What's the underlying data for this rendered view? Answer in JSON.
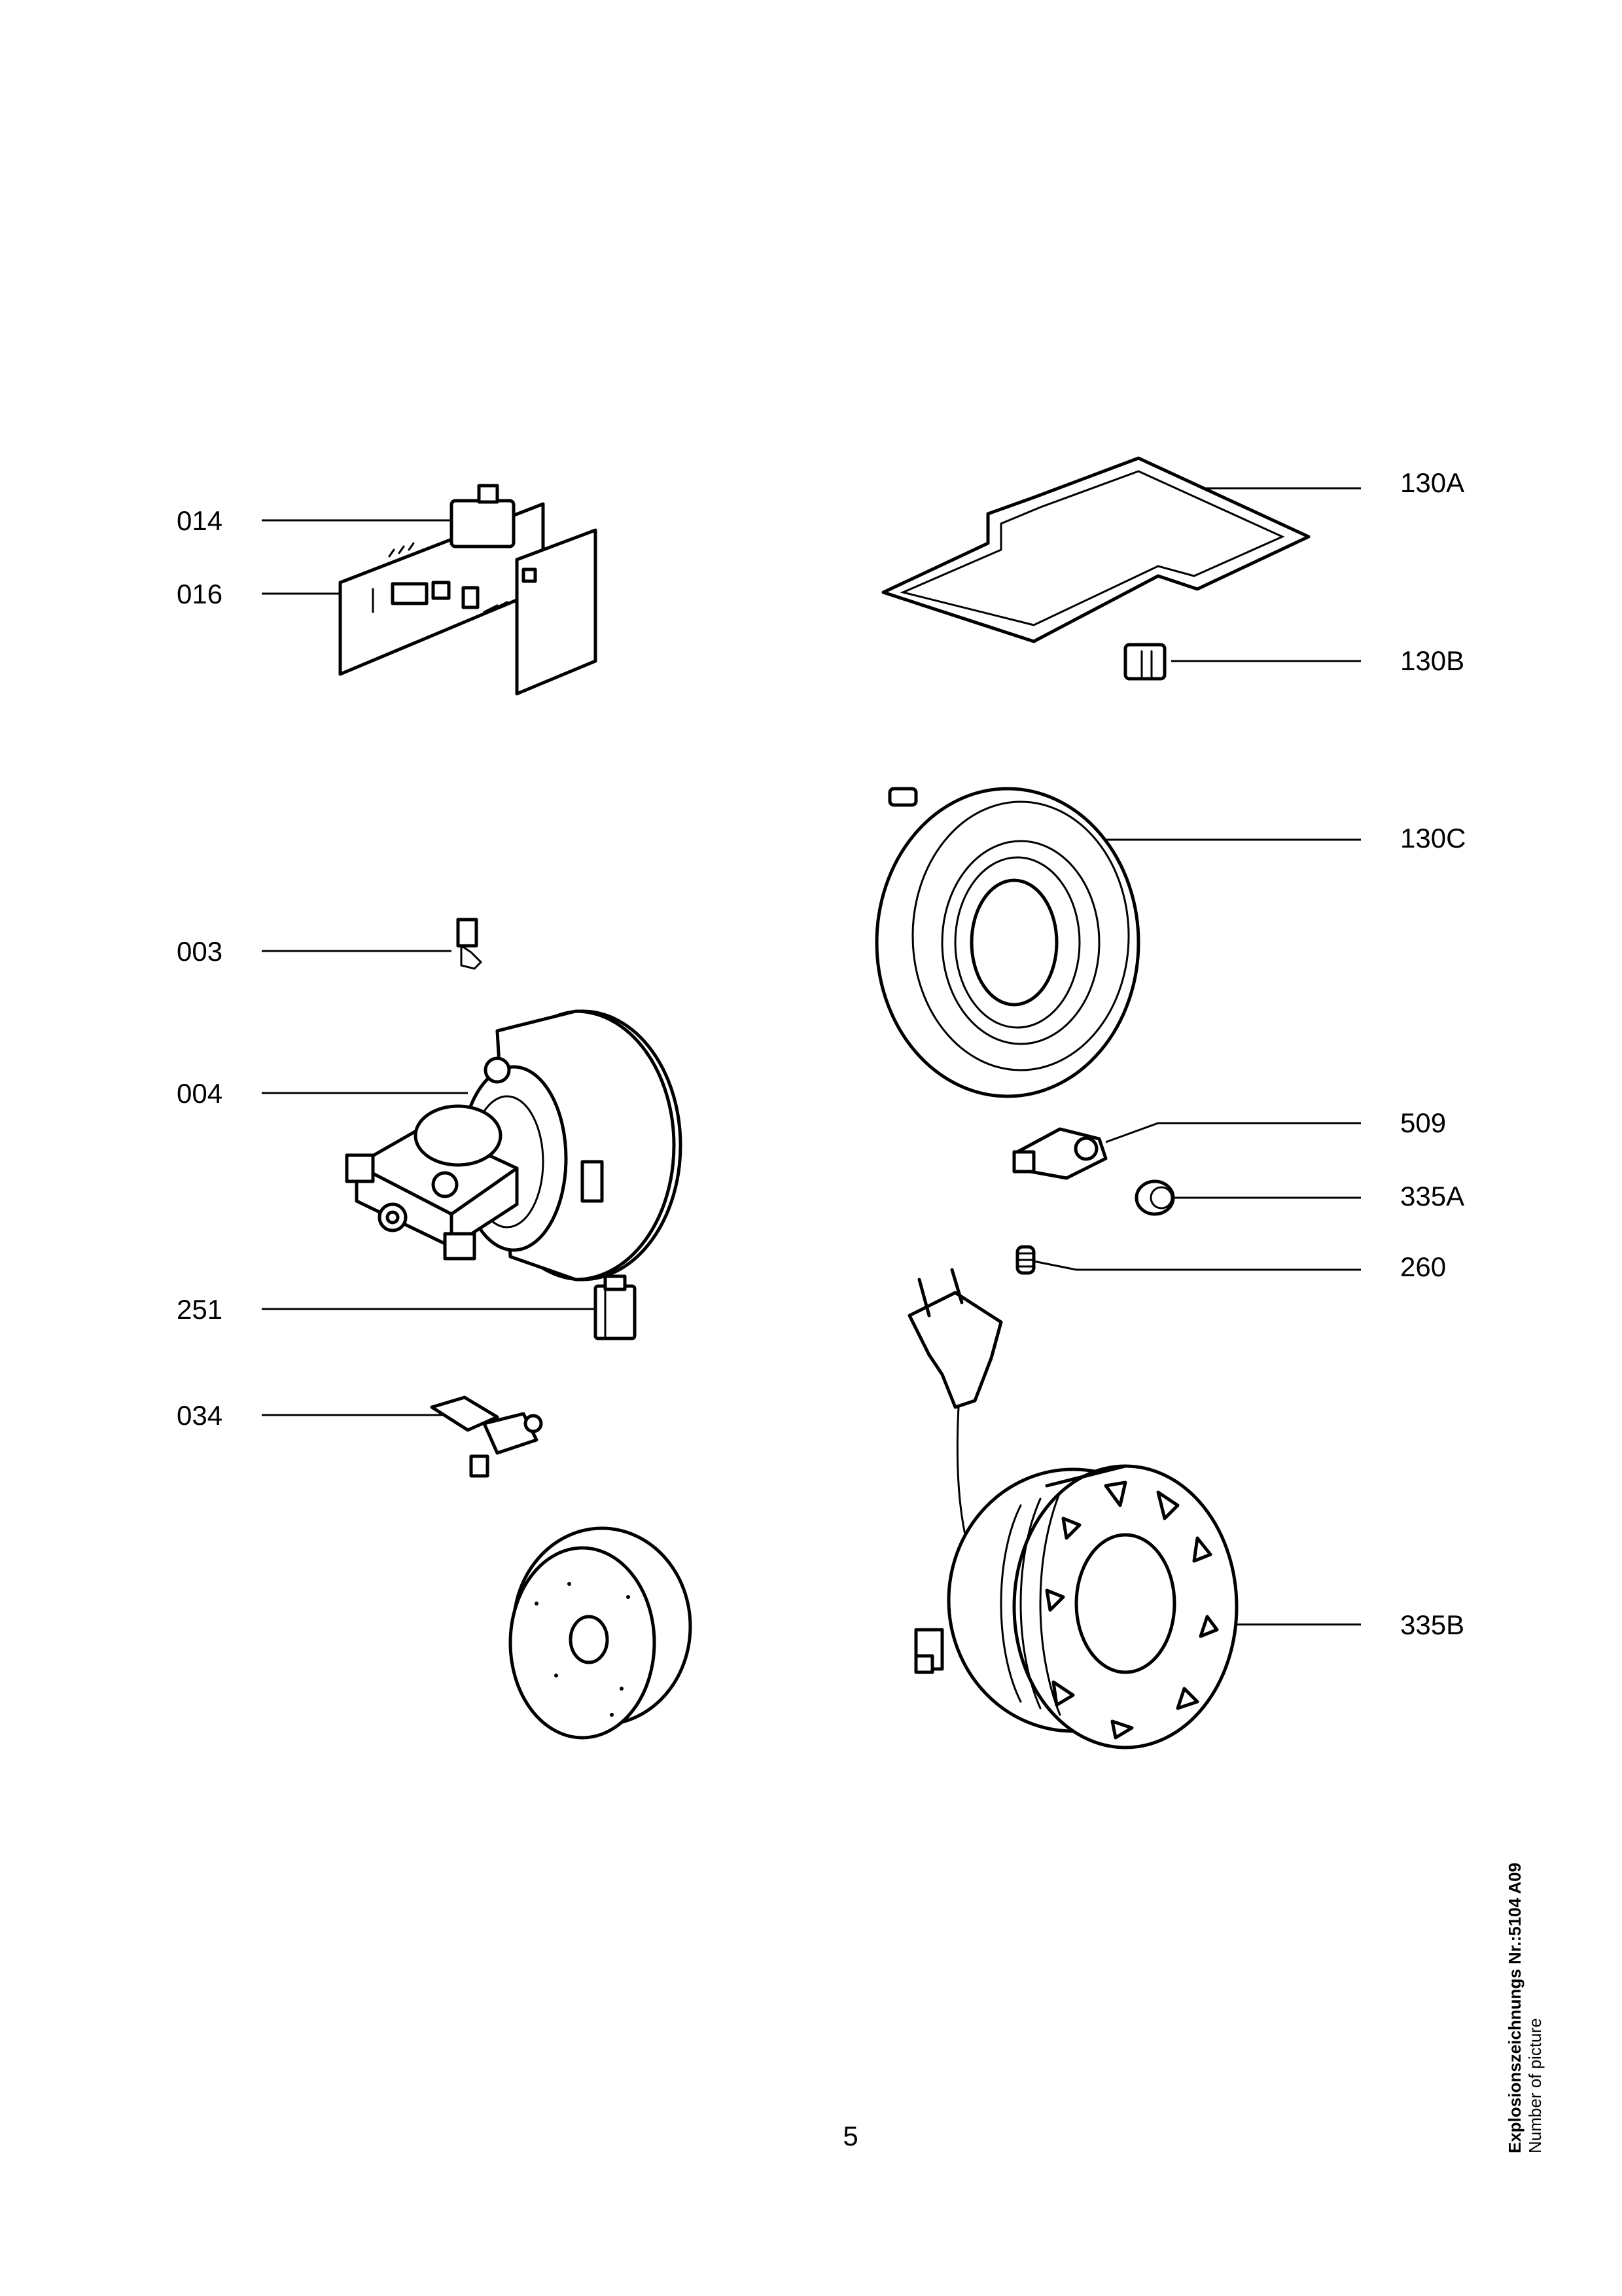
{
  "diagram": {
    "labels": {
      "p014": "014",
      "p016": "016",
      "p003": "003",
      "p004": "004",
      "p251": "251",
      "p034": "034",
      "p130A": "130A",
      "p130B": "130B",
      "p130C": "130C",
      "p509": "509",
      "p335A": "335A",
      "p260": "260",
      "p335B": "335B"
    }
  },
  "page_number": "5",
  "footer": {
    "title": "Explosionszeichnungs Nr.:5104 A09",
    "subtitle": "Number of picture"
  }
}
